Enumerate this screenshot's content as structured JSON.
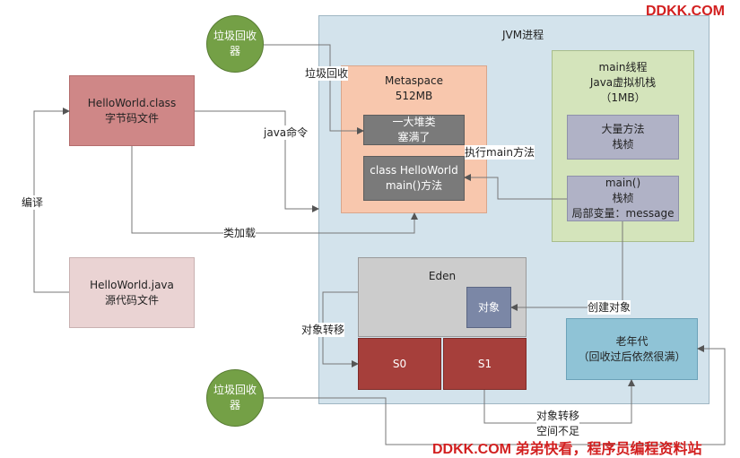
{
  "jvm": {
    "title": "JVM进程"
  },
  "metaspace": {
    "title_lines": [
      "Metaspace",
      "512MB"
    ],
    "junk_lines": [
      "一大堆类",
      "塞满了"
    ],
    "class_lines": [
      "class HelloWorld",
      "main()方法"
    ]
  },
  "stack": {
    "title_lines": [
      "main线程",
      "Java虚拟机栈",
      "（1MB）"
    ],
    "frame_many_lines": [
      "大量方法",
      "栈桢"
    ],
    "frame_main_lines": [
      "main()",
      "栈桢",
      "局部变量：message"
    ]
  },
  "eden": {
    "title": "Eden",
    "object": "对象"
  },
  "survivors": {
    "s0": "S0",
    "s1": "S1"
  },
  "old_gen": {
    "lines": [
      "老年代",
      "（回收过后依然很满）"
    ]
  },
  "source": {
    "class_file_lines": [
      "HelloWorld.class",
      "字节码文件"
    ],
    "java_file_lines": [
      "HelloWorld.java",
      "源代码文件"
    ]
  },
  "gc": {
    "top_lines": [
      "垃圾回收",
      "器"
    ],
    "bottom_lines": [
      "垃圾回收",
      "器"
    ]
  },
  "labels": {
    "gc_top": "垃圾回收",
    "java_cmd": "java命令",
    "exec_main": "执行main方法",
    "class_load": "类加载",
    "compile": "编译",
    "create_object": "创建对象",
    "object_transfer": "对象转移",
    "bottom_lines": [
      "对象转移",
      "空间不足"
    ]
  },
  "watermark": {
    "top": "DDKK.COM",
    "bottom": "DDKK.COM 弟弟快看，程序员编程资料站"
  }
}
